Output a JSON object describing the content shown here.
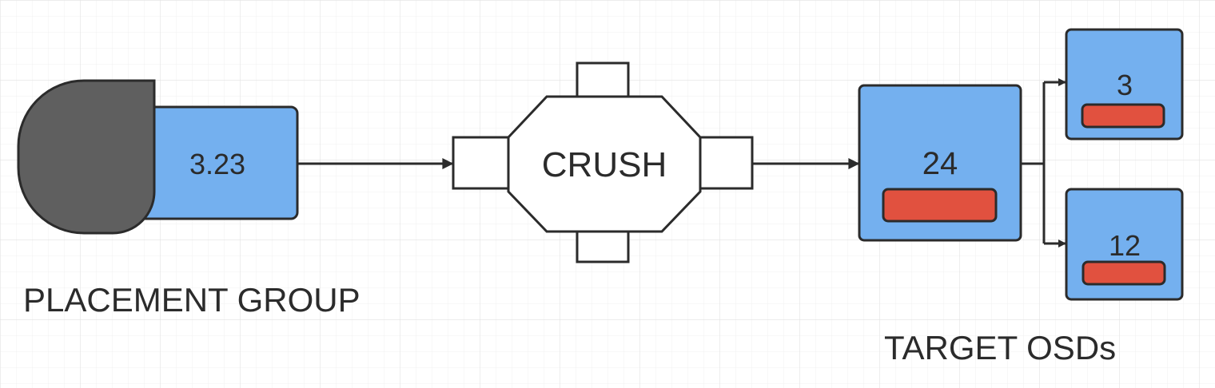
{
  "colors": {
    "grid_minor": "#f0f0f0",
    "grid_major": "#e2e2e2",
    "box_fill": "#74b0ef",
    "bar_fill": "#e1513f",
    "pg_blob_fill": "#5f5f5f",
    "stroke": "#2b2b2b",
    "crush_fill": "#ffffff"
  },
  "placement_group": {
    "id_label": "3.23",
    "caption": "PLACEMENT GROUP",
    "icon": "placement-group-blob-icon"
  },
  "crush": {
    "label": "CRUSH",
    "icon": "octagon-with-ports-icon"
  },
  "osds": {
    "primary": {
      "label": "24"
    },
    "replicas": [
      {
        "label": "3"
      },
      {
        "label": "12"
      }
    ],
    "caption": "TARGET OSDs"
  },
  "edges": [
    {
      "from": "placement-group",
      "to": "crush"
    },
    {
      "from": "crush",
      "to": "osd-24"
    },
    {
      "from": "osd-24",
      "to": "osd-3"
    },
    {
      "from": "osd-24",
      "to": "osd-12"
    }
  ]
}
